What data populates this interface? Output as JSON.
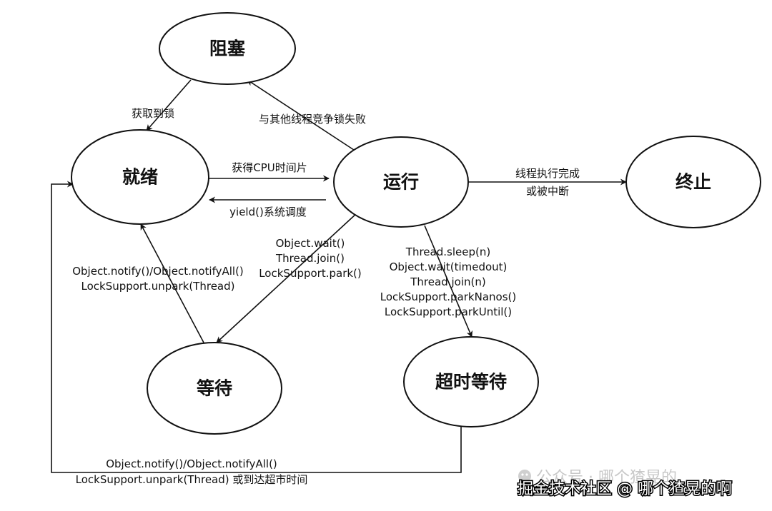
{
  "nodes": {
    "blocked": "阻塞",
    "ready": "就绪",
    "running": "运行",
    "terminated": "终止",
    "waiting": "等待",
    "timed_waiting": "超时等待"
  },
  "edges": {
    "blocked_to_ready": "获取到锁",
    "running_to_blocked": "与其他线程竞争锁失败",
    "ready_to_running": "获得CPU时间片",
    "running_to_ready": "yield()系统调度",
    "running_to_terminated": [
      "线程执行完成",
      "或被中断"
    ],
    "running_to_waiting": [
      "Object.wait()",
      "Thread.join()",
      "LockSupport.park()"
    ],
    "waiting_to_ready": [
      "Object.notify()/Object.notifyAll()",
      "LockSupport.unpark(Thread)"
    ],
    "running_to_timed_waiting": [
      "Thread.sleep(n)",
      "Object.wait(timedout)",
      "Thread.join(n)",
      "LockSupport.parkNanos()",
      "LockSupport.parkUntil()"
    ],
    "timed_waiting_to_ready": [
      "Object.notify()/Object.notifyAll()",
      "LockSupport.unpark(Thread) 或到达超市时间"
    ]
  },
  "watermark": {
    "line1": "公众号 · 哪个猹晃的",
    "line2": "掘金技术社区 @ 哪个猹晃的啊"
  }
}
